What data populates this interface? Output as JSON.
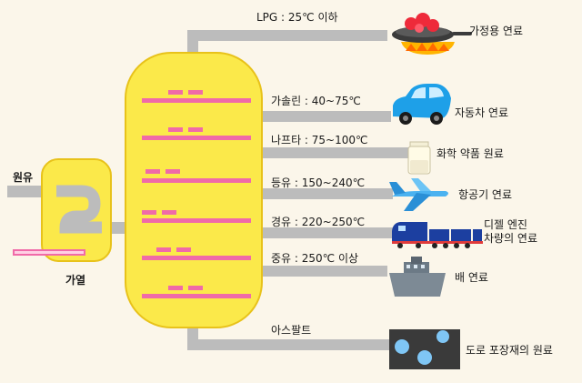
{
  "crude_label": "원유",
  "heater_label": "가열",
  "fractions": [
    {
      "name": "LPG : 25℃ 이하",
      "use": "가정용 연료",
      "icon": "frying-pan-icon"
    },
    {
      "name": "가솔린 : 40~75℃",
      "use": "자동차 연료",
      "icon": "car-icon"
    },
    {
      "name": "나프타 : 75~100℃",
      "use": "화학 약품 원료",
      "icon": "jar-icon"
    },
    {
      "name": "등유 : 150~240℃",
      "use": "항공기 연료",
      "icon": "airplane-icon"
    },
    {
      "name": "경유 : 220~250℃",
      "use": "디젤 엔진",
      "use2": "차량의 연료",
      "icon": "train-icon"
    },
    {
      "name": "중유 : 250℃ 이상",
      "use": "배 연료",
      "icon": "ship-icon"
    },
    {
      "name": "아스팔트",
      "use": "도로 포장재의 원료",
      "icon": "road-icon"
    }
  ],
  "colors": {
    "tower_fill": "#fbe94a",
    "tower_stroke": "#e8c21a",
    "pipe": "#bcbcbc",
    "tray": "#f06aa8",
    "tray_inner": "#ffd0e4",
    "background": "#fbf6ea"
  }
}
